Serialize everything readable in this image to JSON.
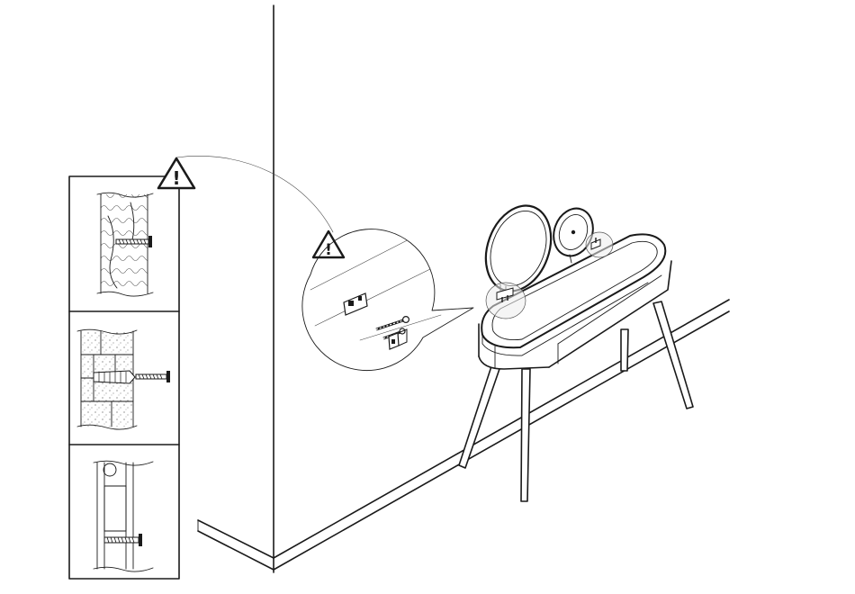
{
  "diagram": {
    "warning_symbol": "!",
    "icons": {
      "warning": "warning-triangle-icon",
      "screw": "screw-icon",
      "wall_plug": "wall-plug-icon",
      "bracket": "wall-bracket-icon"
    },
    "wall_types": [
      "wood",
      "brick",
      "hollow"
    ],
    "colors": {
      "line": "#1a1a1a",
      "background": "#ffffff"
    }
  }
}
